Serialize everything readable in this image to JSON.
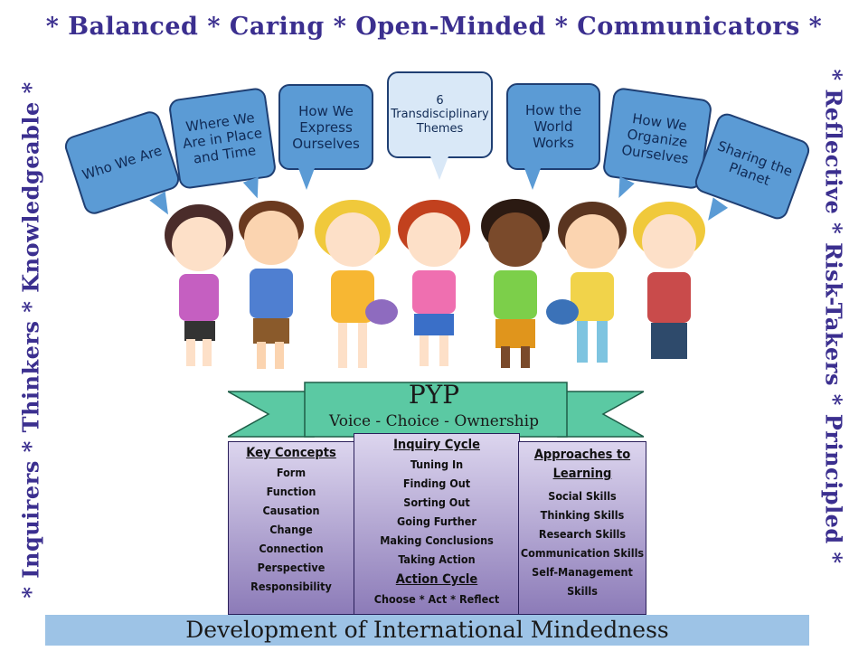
{
  "borders": {
    "top": "* Balanced * Caring * Open-Minded * Communicators *",
    "left": "* Inquirers * Thinkers * Knowledgeable *",
    "right": "* Reflective * Risk-Takers * Principled *"
  },
  "themes": [
    {
      "label": "Who We Are"
    },
    {
      "label": "Where We Are in Place and Time"
    },
    {
      "label": "How We Express Ourselves"
    },
    {
      "label": "6 Transdisciplinary Themes"
    },
    {
      "label": "How the World Works"
    },
    {
      "label": "How We Organize Ourselves"
    },
    {
      "label": "Sharing the Planet"
    }
  ],
  "ribbon": {
    "title": "PYP",
    "subtitle": "Voice - Choice - Ownership"
  },
  "key_concepts": {
    "heading": "Key Concepts",
    "items": [
      "Form",
      "Function",
      "Causation",
      "Change",
      "Connection",
      "Perspective",
      "Responsibility"
    ]
  },
  "inquiry_cycle": {
    "heading": "Inquiry Cycle",
    "items": [
      "Tuning In",
      "Finding Out",
      "Sorting Out",
      "Going Further",
      "Making Conclusions",
      "Taking Action"
    ],
    "action_heading": "Action Cycle",
    "action_text": "Choose * Act * Reflect"
  },
  "approaches": {
    "heading": "Approaches to Learning",
    "items": [
      "Social Skills",
      "Thinking Skills",
      "Research Skills",
      "Communication Skills",
      "Self-Management Skills"
    ]
  },
  "footer": {
    "text": "Development of International Mindedness"
  }
}
